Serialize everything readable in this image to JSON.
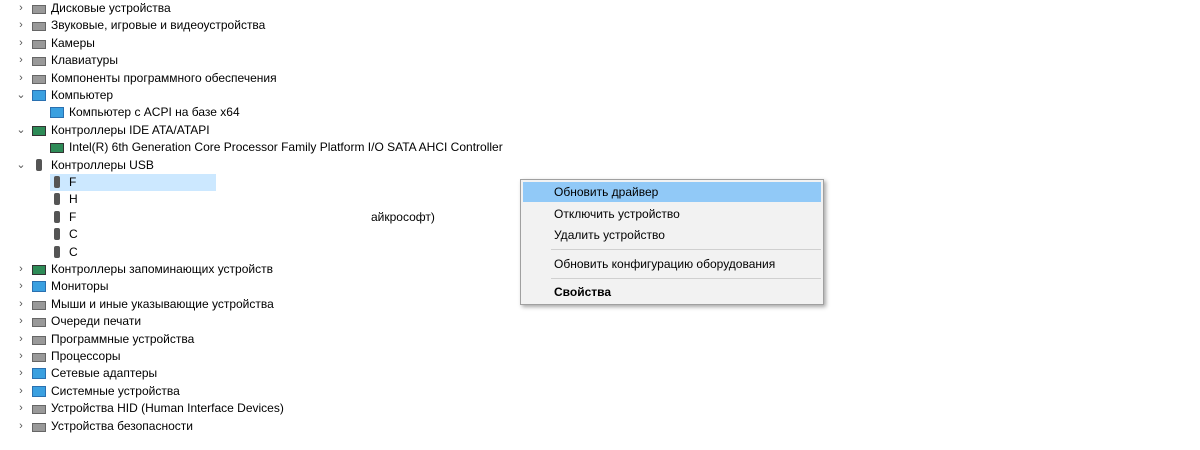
{
  "tree": [
    {
      "label": "Дисковые устройства",
      "expanded": false,
      "icon": "disk-drive-icon"
    },
    {
      "label": "Звуковые, игровые и видеоустройства",
      "expanded": false,
      "icon": "speaker-icon"
    },
    {
      "label": "Камеры",
      "expanded": false,
      "icon": "camera-icon"
    },
    {
      "label": "Клавиатуры",
      "expanded": false,
      "icon": "keyboard-icon"
    },
    {
      "label": "Компоненты программного обеспечения",
      "expanded": false,
      "icon": "software-component-icon"
    },
    {
      "label": "Компьютер",
      "expanded": true,
      "icon": "computer-icon"
    },
    {
      "label": "Компьютер с ACPI на базе x64",
      "child": true,
      "icon": "computer-icon"
    },
    {
      "label": "Контроллеры IDE ATA/ATAPI",
      "expanded": true,
      "icon": "controller-icon"
    },
    {
      "label": "Intel(R) 6th Generation Core Processor Family Platform I/O SATA AHCI Controller",
      "child": true,
      "icon": "controller-icon"
    },
    {
      "label": "Контроллеры USB",
      "expanded": true,
      "icon": "usb-icon"
    },
    {
      "label": "F",
      "child": true,
      "icon": "usb-icon",
      "selected": true
    },
    {
      "label": "H",
      "child": true,
      "icon": "usb-icon"
    },
    {
      "label": "F",
      "child": true,
      "icon": "usb-icon",
      "tail": "айкрософт)"
    },
    {
      "label": "C",
      "child": true,
      "icon": "usb-icon"
    },
    {
      "label": "C",
      "child": true,
      "icon": "usb-icon"
    },
    {
      "label": "Контроллеры запоминающих устройств",
      "expanded": false,
      "icon": "storage-controller-icon"
    },
    {
      "label": "Мониторы",
      "expanded": false,
      "icon": "monitor-icon"
    },
    {
      "label": "Мыши и иные указывающие устройства",
      "expanded": false,
      "icon": "mouse-icon"
    },
    {
      "label": "Очереди печати",
      "expanded": false,
      "icon": "printer-icon"
    },
    {
      "label": "Программные устройства",
      "expanded": false,
      "icon": "software-device-icon"
    },
    {
      "label": "Процессоры",
      "expanded": false,
      "icon": "processor-icon"
    },
    {
      "label": "Сетевые адаптеры",
      "expanded": false,
      "icon": "network-adapter-icon"
    },
    {
      "label": "Системные устройства",
      "expanded": false,
      "icon": "system-device-icon"
    },
    {
      "label": "Устройства HID (Human Interface Devices)",
      "expanded": false,
      "icon": "hid-icon"
    },
    {
      "label": "Устройства безопасности",
      "expanded": false,
      "icon": "security-device-icon"
    }
  ],
  "context_menu": {
    "update_driver": "Обновить драйвер",
    "disable_device": "Отключить устройство",
    "uninstall_device": "Удалить устройство",
    "scan_hardware": "Обновить конфигурацию оборудования",
    "properties": "Свойства"
  },
  "colors": {
    "menu_highlight": "#91c9f7",
    "selection": "#cce8ff"
  }
}
